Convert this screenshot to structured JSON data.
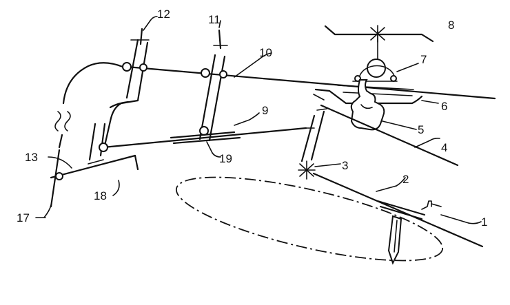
{
  "figure": {
    "reference_numerals": {
      "n1": "1",
      "n2": "2",
      "n3": "3",
      "n4": "4",
      "n5": "5",
      "n6": "6",
      "n7": "7",
      "n8": "8",
      "n9": "9",
      "n10": "10",
      "n11": "11",
      "n12": "12",
      "n13": "13",
      "n17": "17",
      "n18": "18",
      "n19": "19"
    }
  }
}
